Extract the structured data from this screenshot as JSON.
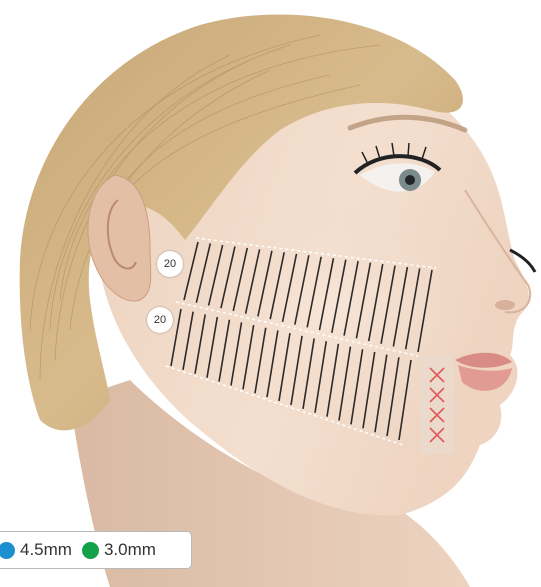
{
  "badges": {
    "upper": "20",
    "lower": "20"
  },
  "legend": {
    "items": [
      {
        "label": "4.5mm",
        "color": "#1c8fce",
        "icon": "blue-dot-icon"
      },
      {
        "label": "3.0mm",
        "color": "#13a14b",
        "icon": "green-dot-icon"
      }
    ]
  },
  "markers": {
    "count": 4,
    "symbol": "cross",
    "color": "#e05a5a"
  },
  "treatment_lines": {
    "upper_zone_lines": 20,
    "lower_zone_lines": 20
  }
}
